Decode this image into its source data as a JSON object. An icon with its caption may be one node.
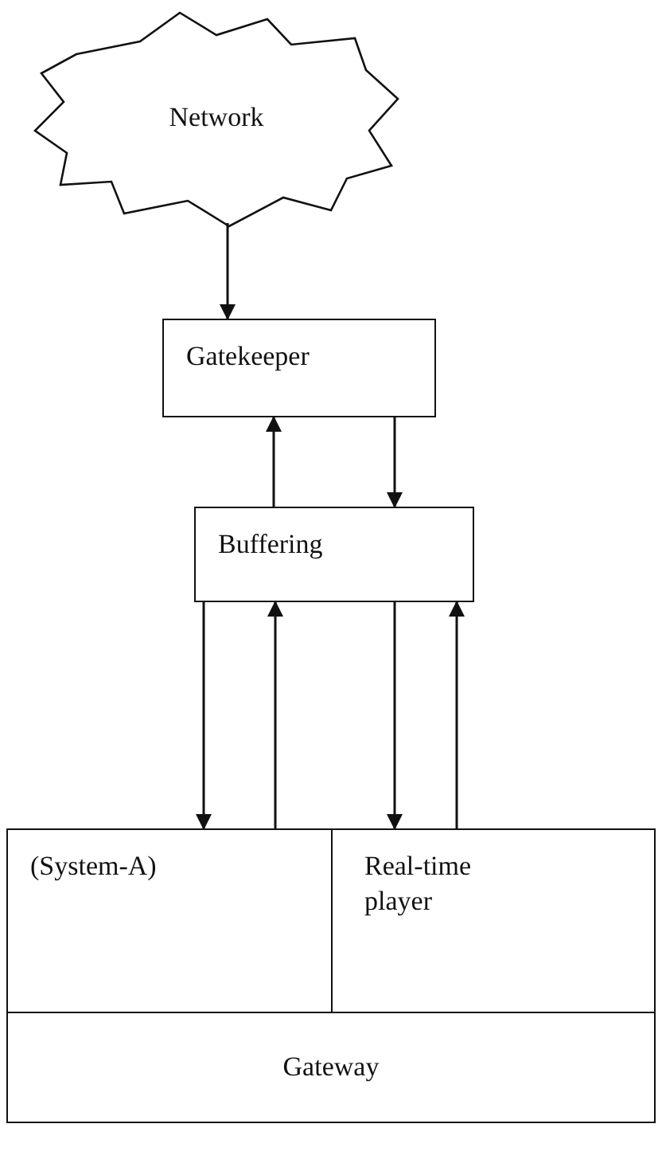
{
  "diagram": {
    "nodes": [
      {
        "text": [
          "Network"
        ]
      },
      {
        "text": [
          "Gatekeeper"
        ]
      },
      {
        "text": [
          "Buffering"
        ]
      },
      {
        "text": [
          "(System-A)"
        ]
      },
      {
        "text": [
          "Real-time player"
        ]
      },
      {
        "text": [
          "Gateway"
        ]
      }
    ],
    "edges": [
      {
        "from": 0,
        "to": 1,
        "arrow": "to"
      },
      {
        "from": 2,
        "to": 1,
        "arrow": "to"
      },
      {
        "from": 1,
        "to": 2,
        "arrow": "to"
      },
      {
        "from": 2,
        "to": 3,
        "arrow": "to"
      },
      {
        "from": 3,
        "to": 2,
        "arrow": "to"
      },
      {
        "from": 2,
        "to": 4,
        "arrow": "to"
      },
      {
        "from": 4,
        "to": 2,
        "arrow": "to"
      }
    ]
  }
}
